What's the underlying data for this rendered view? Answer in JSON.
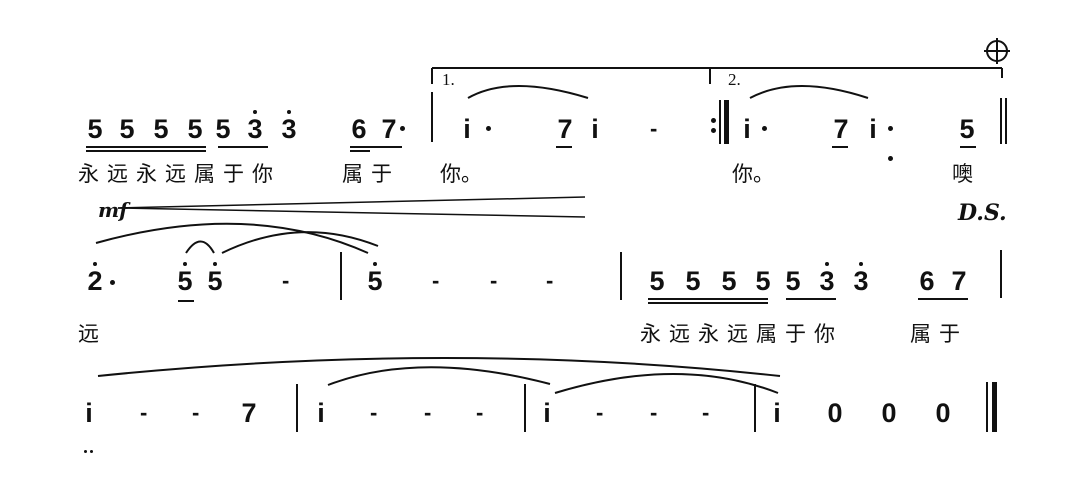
{
  "score": {
    "notation": "jianpu",
    "rows": [
      {
        "measures": [
          {
            "notes": [
              "5",
              "5",
              "5",
              "5",
              "5",
              "3̇",
              "3̇",
              "6",
              "7·"
            ],
            "lyrics": "永远永远属于你 属于"
          },
          {
            "volta": "1.",
            "notes": [
              "i·",
              "7",
              "i",
              "-"
            ],
            "end_repeat": true,
            "lyrics": "你。"
          },
          {
            "volta": "2.",
            "notes": [
              "i·",
              "7",
              "i·",
              "5"
            ],
            "lyrics": "你。 噢",
            "end": "double-bar"
          }
        ]
      },
      {
        "dynamic": "mf",
        "measures": [
          {
            "notes": [
              "2̇·",
              "5̇",
              "5̇",
              "-"
            ],
            "lyrics": "远"
          },
          {
            "notes": [
              "5̇",
              "-",
              "-",
              "-"
            ]
          },
          {
            "notes": [
              "5",
              "5",
              "5",
              "5",
              "5",
              "3̇",
              "3̇",
              "6",
              "7"
            ],
            "lyrics": "永远永远属于你 属于"
          }
        ]
      },
      {
        "measures": [
          {
            "notes": [
              "i",
              "-",
              "-",
              "7"
            ]
          },
          {
            "notes": [
              "i",
              "-",
              "-",
              "-"
            ]
          },
          {
            "notes": [
              "i",
              "-",
              "-",
              "-"
            ]
          },
          {
            "notes": [
              "i",
              "0",
              "0",
              "0"
            ],
            "end": "final-barline"
          }
        ]
      }
    ],
    "text": {
      "row1": {
        "n1": "5",
        "n2": "5",
        "n3": "5",
        "n4": "5",
        "n5": "5",
        "n6": "3",
        "n7": "3",
        "n8": "6",
        "n9": "7",
        "m2n1": "i",
        "m2n2": "7",
        "m2n3": "i",
        "m2n4": "-",
        "m3n1": "i",
        "m3n2": "7",
        "m3n3": "i",
        "m3n4": "5",
        "volta1": "1.",
        "volta2": "2.",
        "lyric_a": "永远永远属于你",
        "lyric_b": "属于",
        "lyric_c": "你。",
        "lyric_d": "你。",
        "lyric_e": "噢"
      },
      "row2": {
        "dynamic": "mf",
        "ds": "D.S.",
        "n1": "2",
        "n2": "5",
        "n3": "5",
        "n4": "-",
        "m2n1": "5",
        "m2n2": "-",
        "m2n3": "-",
        "m2n4": "-",
        "m3n1": "5",
        "m3n2": "5",
        "m3n3": "5",
        "m3n4": "5",
        "m3n5": "5",
        "m3n6": "3",
        "m3n7": "3",
        "m3n8": "6",
        "m3n9": "7",
        "lyric_a": "远",
        "lyric_b": "永远永远属于你",
        "lyric_c": "属于"
      },
      "row3": {
        "m1": [
          "i",
          "-",
          "-",
          "7"
        ],
        "m2": [
          "i",
          "-",
          "-",
          "-"
        ],
        "m3": [
          "i",
          "-",
          "-",
          "-"
        ],
        "m4": [
          "i",
          "0",
          "0",
          "0"
        ]
      },
      "coda_symbol": "⊕"
    }
  }
}
